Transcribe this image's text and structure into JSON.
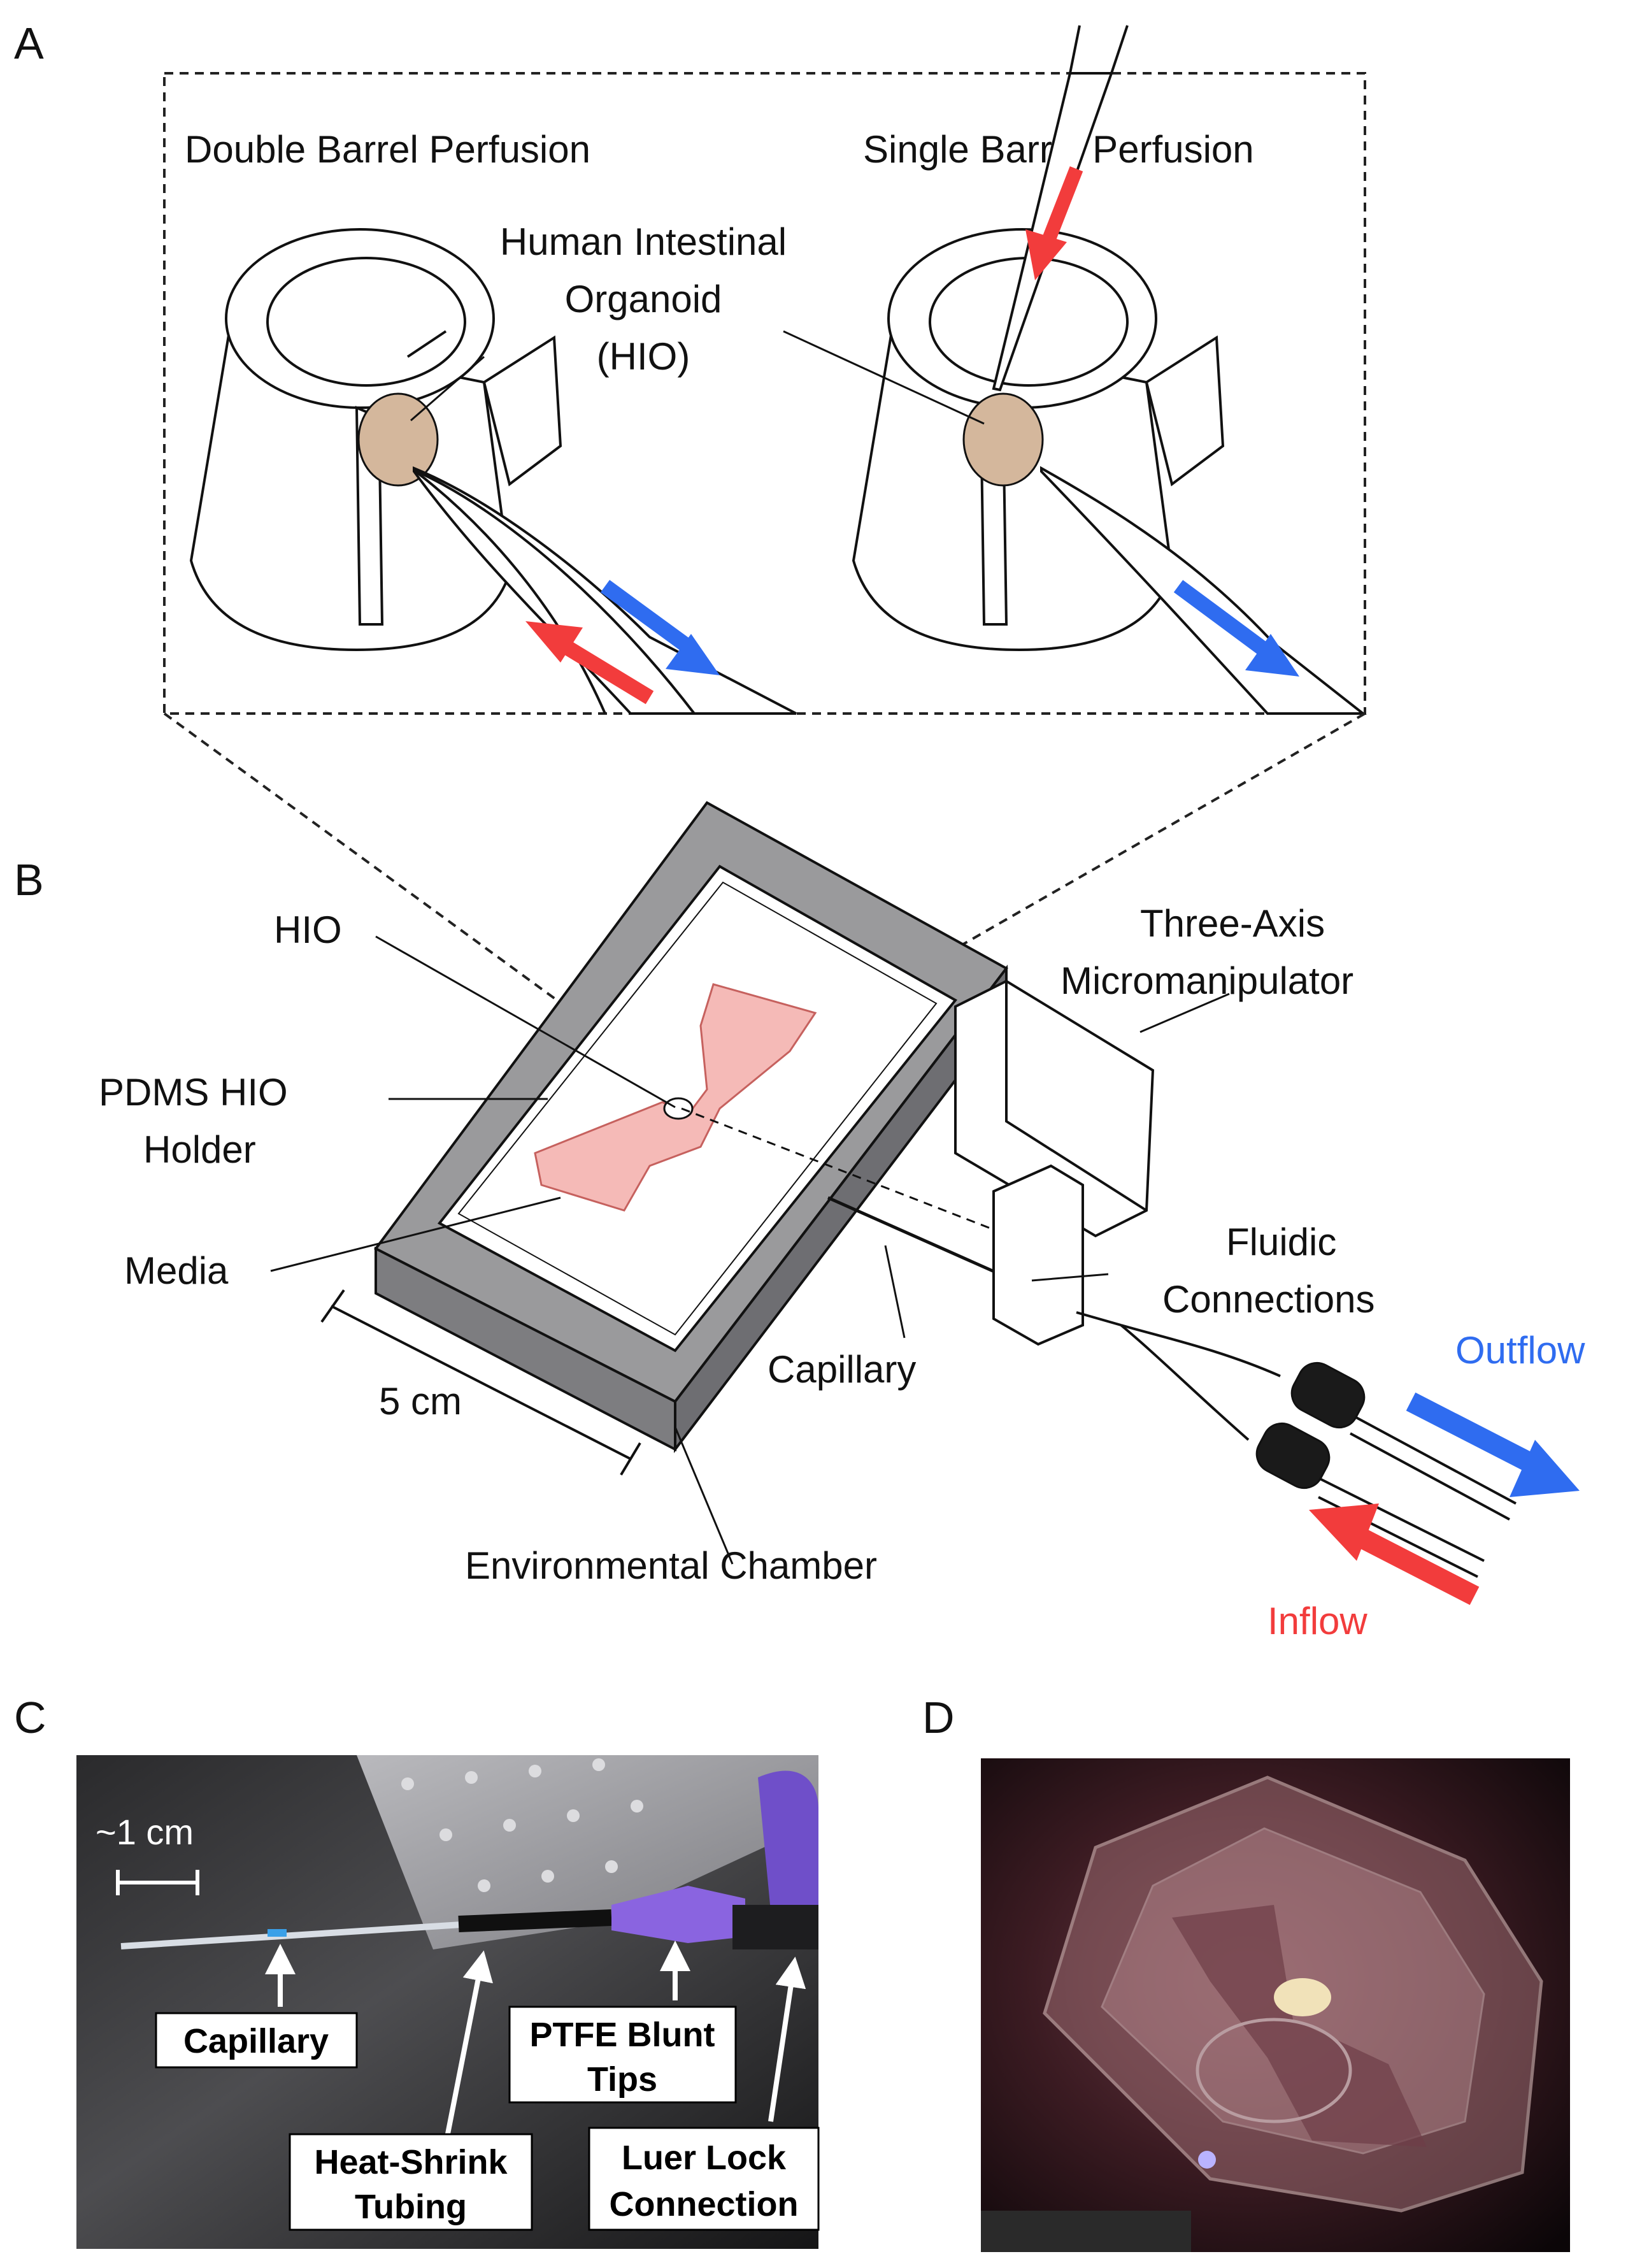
{
  "panels": {
    "a": {
      "letter": "A"
    },
    "b": {
      "letter": "B"
    },
    "c": {
      "letter": "C"
    },
    "d": {
      "letter": "D"
    }
  },
  "panel_a": {
    "left_title": "Double Barrel Perfusion",
    "right_title": "Single Barrel Perfusion",
    "organoid_line1": "Human Intestinal",
    "organoid_line2": "Organoid",
    "organoid_line3": "(HIO)"
  },
  "panel_b": {
    "hio": "HIO",
    "pdms_line1": "PDMS HIO",
    "pdms_line2": "Holder",
    "media": "Media",
    "scale": "5 cm",
    "chamber": "Environmental Chamber",
    "capillary": "Capillary",
    "manip_line1": "Three-Axis",
    "manip_line2": "Micromanipulator",
    "fluidic_line1": "Fluidic",
    "fluidic_line2": "Connections",
    "outflow": "Outflow",
    "inflow": "Inflow"
  },
  "panel_c": {
    "scale": "~1 cm",
    "capillary": "Capillary",
    "ptfe_line1": "PTFE Blunt",
    "ptfe_line2": "Tips",
    "heat_line1": "Heat-Shrink",
    "heat_line2": "Tubing",
    "luer_line1": "Luer Lock",
    "luer_line2": "Connection"
  },
  "colors": {
    "inflow": "#f23c3c",
    "outflow": "#2f6cf0",
    "organoid": "#d4b79c",
    "media": "#f4b3b0"
  }
}
